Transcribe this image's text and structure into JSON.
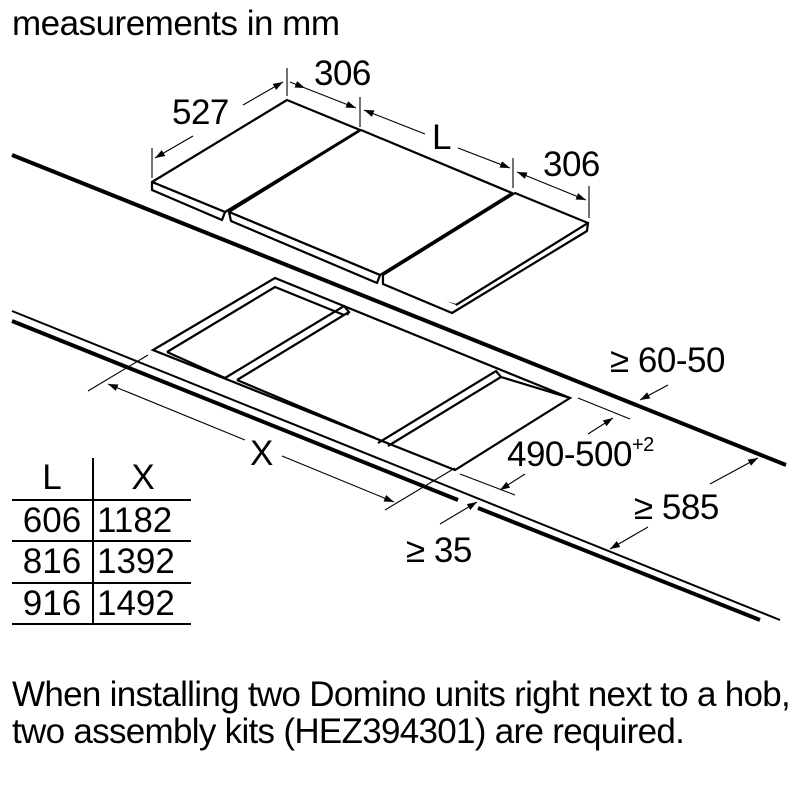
{
  "title": "measurements in mm",
  "dimensions": {
    "depth_domino": "527",
    "width_left_domino": "306",
    "length_hob": "L",
    "width_right_domino": "306",
    "worktop_edge": "≥ 60-50",
    "cutout_depth": "490-500",
    "cutout_depth_tolerance": "+2",
    "worktop_depth": "≥ 585",
    "front_clearance": "≥ 35",
    "cutout_width": "X"
  },
  "table": {
    "headers": [
      "L",
      "X"
    ],
    "rows": [
      {
        "L": "606",
        "X": "1182"
      },
      {
        "L": "816",
        "X": "1392"
      },
      {
        "L": "916",
        "X": "1492"
      }
    ]
  },
  "note": "When installing two Domino units right next to a hob, two assembly kits (HEZ394301) are required."
}
